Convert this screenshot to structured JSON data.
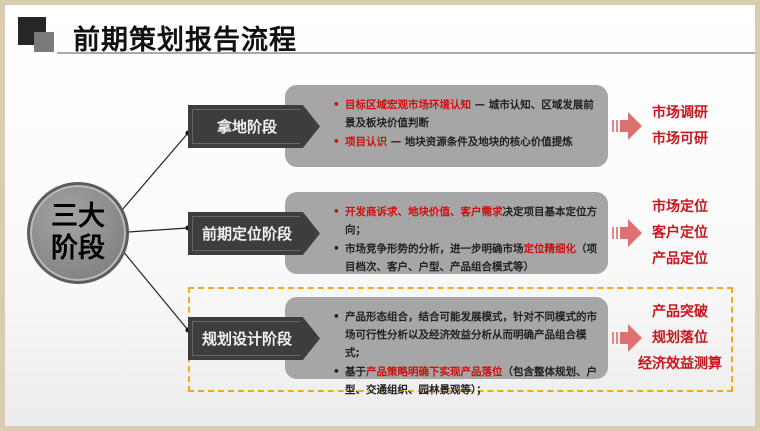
{
  "title": "前期策划报告流程",
  "center": {
    "line1": "三大",
    "line2": "阶段"
  },
  "stages": [
    {
      "label": "拿地阶段",
      "bullets": [
        [
          {
            "t": "目标区域宏观市场环境认知",
            "red": true
          },
          {
            "t": " — 城市认知、区域发展前景及板块价值判断",
            "red": false
          }
        ],
        [
          {
            "t": "项目认识",
            "red": true
          },
          {
            "t": " — 地块资源条件及地块的核心价值提炼",
            "red": false
          }
        ]
      ],
      "outcomes": [
        "市场调研",
        "市场可研"
      ]
    },
    {
      "label": "前期定位阶段",
      "bullets": [
        [
          {
            "t": "开发商诉求、地块价值、客户需求",
            "red": true
          },
          {
            "t": "决定项目基本定位方向；",
            "red": false
          }
        ],
        [
          {
            "t": "市场竞争形势的分析，进一步明确市场",
            "red": false
          },
          {
            "t": "定位精细化",
            "red": true
          },
          {
            "t": "（项目档次、客户、户型、产品组合模式等）",
            "red": false
          }
        ]
      ],
      "outcomes": [
        "市场定位",
        "客户定位",
        "产品定位"
      ]
    },
    {
      "label": "规划设计阶段",
      "bullets": [
        [
          {
            "t": "产品形态组合，结合可能发展模式，针对不同模式的市场可行性分析以及经济效益分析从而明确产品组合模式;",
            "red": false
          }
        ],
        [
          {
            "t": "基于",
            "red": false
          },
          {
            "t": "产品策略明确下实现产品落位",
            "red": true
          },
          {
            "t": "（包含整体规划、户型、交通组织、园林景观等）；",
            "red": false
          }
        ]
      ],
      "outcomes": [
        "产品突破",
        "规划落位",
        "经济效益测算"
      ]
    }
  ],
  "colors": {
    "accent": "#d10f0f",
    "stage": "#3d3d3d",
    "panel": "#a6a6a6",
    "highlight": "#f5a623"
  }
}
